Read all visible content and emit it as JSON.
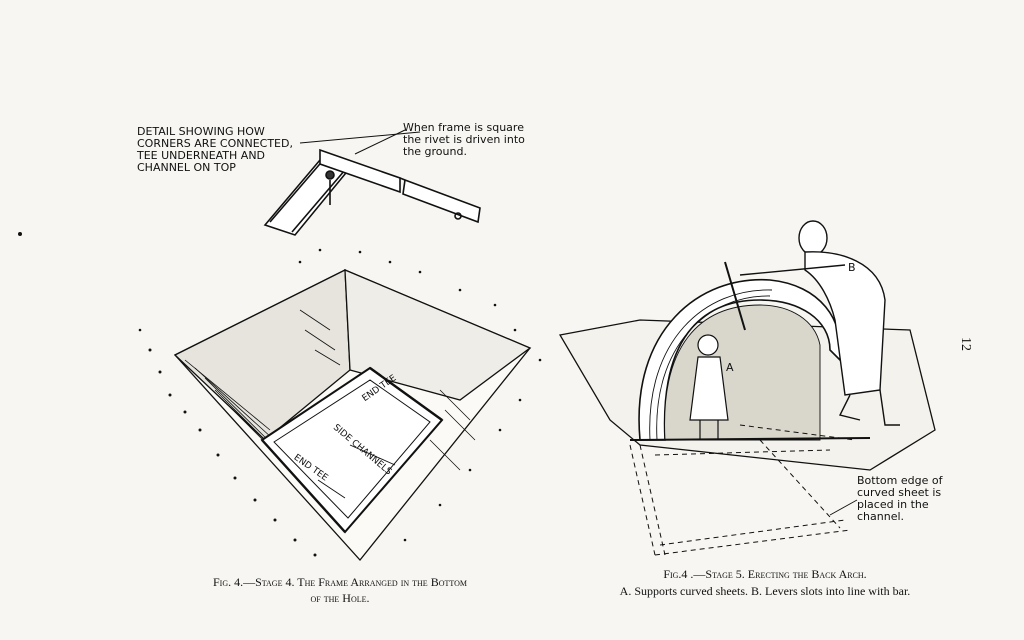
{
  "page_number": "12",
  "left_figure": {
    "detail_label": "DETAIL SHOWING HOW\nCORNERS ARE CONNECTED,\nTEE UNDERNEATH AND\nCHANNEL ON TOP",
    "rivet_note": "When frame is square\nthe rivet is driven into\nthe ground.",
    "label_end_tee_top": "END TEE",
    "label_side_channels": "SIDE CHANNELS",
    "label_end_tee_bottom": "END TEE",
    "caption_line1": "Fig. 4.—Stage 4. The Frame Arranged in the Bottom",
    "caption_line2": "of the Hole."
  },
  "right_figure": {
    "label_a": "A",
    "label_b": "B",
    "bottom_edge_note": "Bottom edge of\ncurved sheet is\nplaced in the\nchannel.",
    "caption_line1": "Fig.4 .—Stage 5. Erecting the Back Arch.",
    "caption_line2": "A. Supports curved sheets. B. Levers slots into line with bar."
  }
}
